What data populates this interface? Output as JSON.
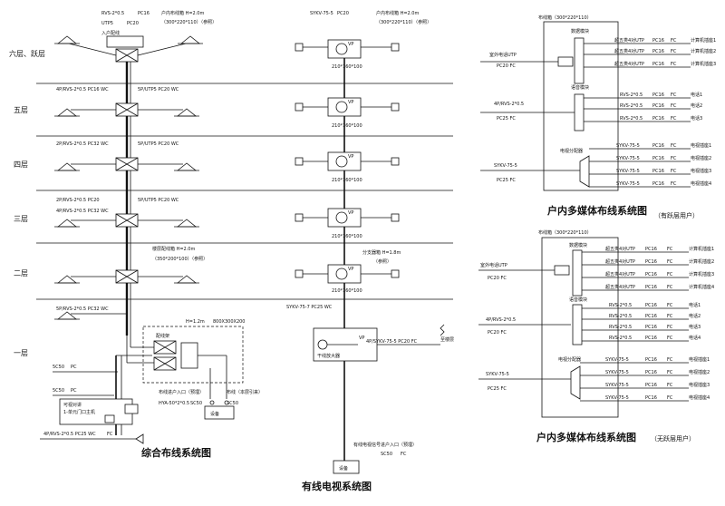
{
  "diagrams": {
    "integrated": {
      "title": "综合布线系统图",
      "floors": [
        "六层、跃层",
        "五层",
        "四层",
        "三层",
        "二层",
        "一层"
      ],
      "top_cable_1": "RVS-2*0.5",
      "top_pipe_1": "PC16",
      "top_cable_2": "UTP5",
      "top_pipe_2": "PC20",
      "top_entry": "入户配线",
      "top_box": "户内布线箱 H=2.0m",
      "top_box_size": "（300*220*110）（参照）",
      "f5_left": "4P/RVS-2*0.5 PC16 WC",
      "f5_right": "5P/UTP5 PC20 WC",
      "f4_left": "2P/RVS-2*0.5 PC32 WC",
      "f4_right": "5P/UTP5 PC20 WC",
      "f3_left_1": "2P/RVS-2*0.5 PC20",
      "f3_right": "5P/UTP5 PC20 WC",
      "f3_left_2": "4P/RVS-2*0.5 PC32 WC",
      "f2_box": "楼层配线箱 H=2.0m",
      "f2_box_size": "（350*200*100）（参照）",
      "f1_cable": "5P/RVS-2*0.5 PC32 WC",
      "f1_height": "H=1.2m",
      "f1_size": "800X300X200",
      "f1_dist": "配线架",
      "f1_in_1": "5C50",
      "f1_pipe_1": "PC",
      "f1_in_2": "5C50",
      "f1_pipe_2": "PC",
      "f1_box_label": "可视对讲",
      "f1_host": "1-单元门口主机",
      "f1_cable_in": "布线进户入口（预埋）",
      "f1_cable_spec": "HYA-50*2*0.5",
      "f1_spec2": "SC50",
      "f1_wire_in": "布线（本层引来）",
      "f1_wire_spec": "SC50",
      "f1_equip": "设备",
      "f1_bottom": "4P/RVS-2*0.5 PC25 WC",
      "f1_bottom2": "FC"
    },
    "catv": {
      "title": "有线电视系统图",
      "top_cable": "SYKV-75-5",
      "top_pipe": "PC20",
      "top_box": "户内布线箱 H=2.0m",
      "top_box_size": "（300*220*110）（参照）",
      "amp_label": "VP",
      "box_size": "210*160*100",
      "f2_box": "分支器箱 H=1.8m",
      "f2_box_note": "（参照）",
      "f1_cable": "SYKV-75-7 PC25 WC",
      "f1_branch": "4P/SYKV-75-5 PC20 FC",
      "f1_to": "至楼层",
      "f1_amp": "干线放大器",
      "f1_in": "有线电视信号进户入口（预埋）",
      "f1_in_spec": "SC50",
      "f1_in_pipe": "FC",
      "f1_dev": "设备"
    },
    "home_top": {
      "title": "户内多媒体布线系统图",
      "note": "（有跃层用户）",
      "box": "布线箱（300*220*110）",
      "in_cable": "室外电话UTP",
      "in_pipe": "PC20 FC",
      "in2_cable": "4P/RVS-2*0.5",
      "in2_pipe": "PC25 FC",
      "in3_cable": "SYKV-75-5",
      "in3_pipe": "PC25 FC",
      "module_1": "数据模块",
      "module_2": "语音模块",
      "module_3": "电视分配器",
      "rows": [
        {
          "cable": "超五类4对UTP",
          "pipe": "PC16",
          "mode": "FC",
          "end": "计算机插座1"
        },
        {
          "cable": "超五类4对UTP",
          "pipe": "PC16",
          "mode": "FC",
          "end": "计算机插座2"
        },
        {
          "cable": "超五类4对UTP",
          "pipe": "PC16",
          "mode": "FC",
          "end": "计算机插座3"
        },
        {
          "cable": "RVS-2*0.5",
          "pipe": "PC16",
          "mode": "FC",
          "end": "电话1"
        },
        {
          "cable": "RVS-2*0.5",
          "pipe": "PC16",
          "mode": "FC",
          "end": "电话2"
        },
        {
          "cable": "RVS-2*0.5",
          "pipe": "PC16",
          "mode": "FC",
          "end": "电话3"
        },
        {
          "cable": "SYKV-75-5",
          "pipe": "PC16",
          "mode": "FC",
          "end": "电视插座1"
        },
        {
          "cable": "SYKV-75-5",
          "pipe": "PC16",
          "mode": "FC",
          "end": "电视插座2"
        },
        {
          "cable": "SYKV-75-5",
          "pipe": "PC16",
          "mode": "FC",
          "end": "电视插座3"
        },
        {
          "cable": "SYKV-75-5",
          "pipe": "PC16",
          "mode": "FC",
          "end": "电视插座4"
        }
      ]
    },
    "home_bottom": {
      "title": "户内多媒体布线系统图",
      "note": "（无跃层用户）",
      "box": "布线箱（300*220*110）",
      "in_cable": "室外电话UTP",
      "in_pipe": "PC20 FC",
      "in2_cable": "4P/RVS-2*0.5",
      "in2_pipe": "PC20 FC",
      "in3_cable": "SYKV-75-5",
      "in3_pipe": "PC25 FC",
      "module_1": "数据模块",
      "module_2": "语音模块",
      "module_3": "电视分配器",
      "rows": [
        {
          "cable": "超五类4对UTP",
          "pipe": "PC16",
          "mode": "FC",
          "end": "计算机插座1"
        },
        {
          "cable": "超五类4对UTP",
          "pipe": "PC16",
          "mode": "FC",
          "end": "计算机插座2"
        },
        {
          "cable": "超五类4对UTP",
          "pipe": "PC16",
          "mode": "FC",
          "end": "计算机插座3"
        },
        {
          "cable": "超五类4对UTP",
          "pipe": "PC16",
          "mode": "FC",
          "end": "计算机插座4"
        },
        {
          "cable": "RVS-2*0.5",
          "pipe": "PC16",
          "mode": "FC",
          "end": "电话1"
        },
        {
          "cable": "RVS-2*0.5",
          "pipe": "PC16",
          "mode": "FC",
          "end": "电话2"
        },
        {
          "cable": "RVS-2*0.5",
          "pipe": "PC16",
          "mode": "FC",
          "end": "电话3"
        },
        {
          "cable": "RVS-2*0.5",
          "pipe": "PC16",
          "mode": "FC",
          "end": "电话4"
        },
        {
          "cable": "SYKV-75-5",
          "pipe": "PC16",
          "mode": "FC",
          "end": "电视插座1"
        },
        {
          "cable": "SYKV-75-5",
          "pipe": "PC16",
          "mode": "FC",
          "end": "电视插座2"
        },
        {
          "cable": "SYKV-75-5",
          "pipe": "PC16",
          "mode": "FC",
          "end": "电视插座3"
        },
        {
          "cable": "SYKV-75-5",
          "pipe": "PC16",
          "mode": "FC",
          "end": "电视插座4"
        }
      ]
    }
  }
}
